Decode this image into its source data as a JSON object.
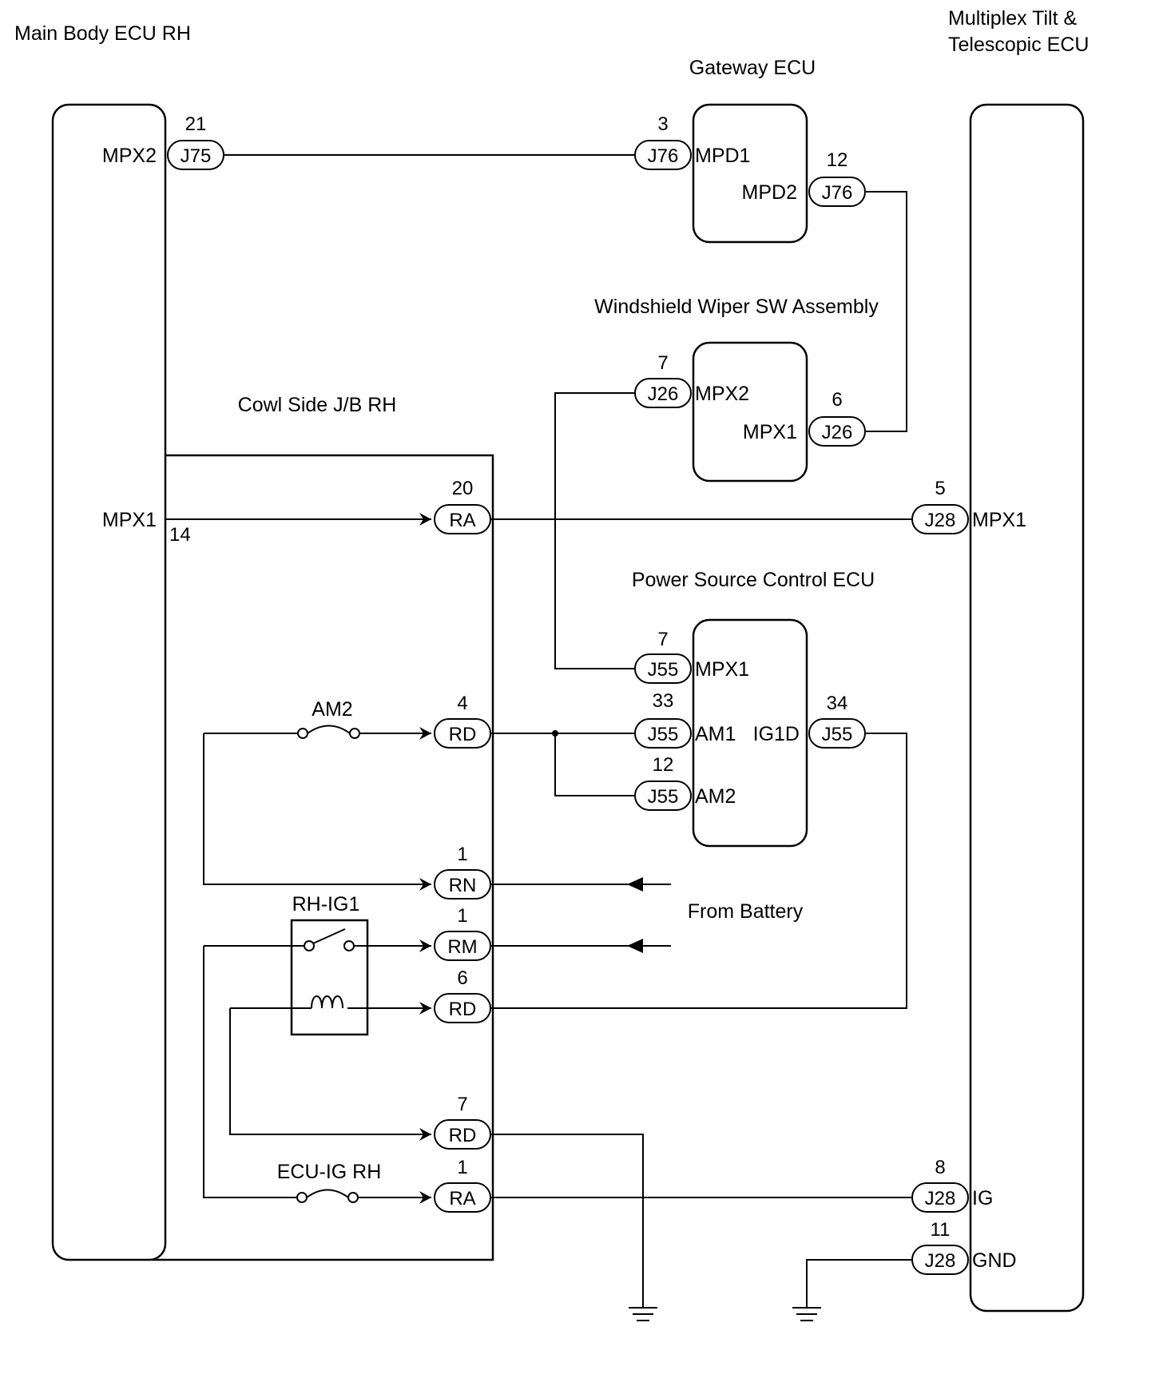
{
  "components": {
    "main_body_ecu": "Main Body ECU RH",
    "multiplex_ecu_line1": "Multiplex Tilt &",
    "multiplex_ecu_line2": "Telescopic ECU",
    "gateway_ecu": "Gateway ECU",
    "wiper_sw": "Windshield Wiper SW Assembly",
    "cowl_jb": "Cowl Side J/B RH",
    "power_source_ecu": "Power Source Control ECU",
    "from_battery": "From Battery"
  },
  "fuses": {
    "am2": "AM2",
    "rh_ig1": "RH-IG1",
    "ecu_ig_rh": "ECU-IG RH"
  },
  "terminals": {
    "mb_mpx2": "MPX2",
    "mb_mpx1": "MPX1",
    "gw_mpd1": "MPD1",
    "gw_mpd2": "MPD2",
    "ws_mpx2": "MPX2",
    "ws_mpx1": "MPX1",
    "mt_mpx1": "MPX1",
    "mt_ig": "IG",
    "mt_gnd": "GND",
    "ps_mpx1": "MPX1",
    "ps_am1": "AM1",
    "ps_ig1d": "IG1D",
    "ps_am2": "AM2"
  },
  "pins": {
    "j75": "21",
    "j76_mpd1": "3",
    "j76_mpd2": "12",
    "j26_mpx2": "7",
    "j26_mpx1": "6",
    "ra_20": "20",
    "mb_14": "14",
    "j28_mpx1": "5",
    "j55_mpx1": "7",
    "rd_4": "4",
    "j55_am1": "33",
    "j55_ig1d": "34",
    "j55_am2": "12",
    "rn_1": "1",
    "rm_1": "1",
    "rd_6": "6",
    "rd_7": "7",
    "ra_1": "1",
    "j28_ig": "8",
    "j28_gnd": "11"
  },
  "connectors": {
    "j75": "J75",
    "j76_mpd1": "J76",
    "j76_mpd2": "J76",
    "j26_mpx2": "J26",
    "j26_mpx1": "J26",
    "ra_20": "RA",
    "j28_mpx1": "J28",
    "j55_mpx1": "J55",
    "rd_4": "RD",
    "j55_am1": "J55",
    "j55_ig1d": "J55",
    "j55_am2": "J55",
    "rn_1": "RN",
    "rm_1": "RM",
    "rd_6": "RD",
    "rd_7": "RD",
    "ra_1": "RA",
    "j28_ig": "J28",
    "j28_gnd": "J28"
  }
}
